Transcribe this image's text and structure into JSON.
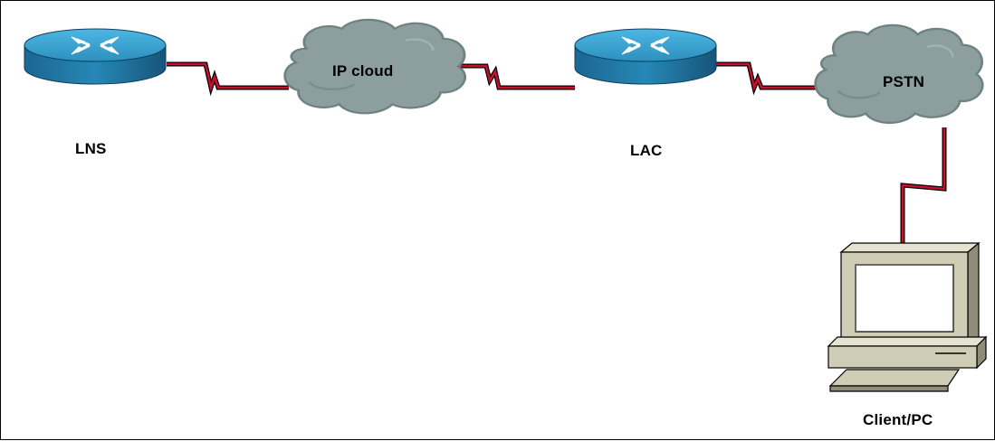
{
  "nodes": {
    "lns": {
      "label": "LNS",
      "type": "router"
    },
    "ip_cloud": {
      "label": "IP cloud",
      "type": "cloud"
    },
    "lac": {
      "label": "LAC",
      "type": "router"
    },
    "pstn": {
      "label": "PSTN",
      "type": "cloud"
    },
    "client": {
      "label": "Client/PC",
      "type": "pc"
    }
  },
  "links": [
    {
      "from": "LNS",
      "to": "IP cloud",
      "style": "serial"
    },
    {
      "from": "IP cloud",
      "to": "LAC",
      "style": "serial"
    },
    {
      "from": "LAC",
      "to": "PSTN",
      "style": "serial"
    },
    {
      "from": "PSTN",
      "to": "Client/PC",
      "style": "serial"
    }
  ],
  "colors": {
    "router_top": "#3aa0cc",
    "router_side": "#1f6e99",
    "cloud_fill": "#8c9e9e",
    "cloud_shade": "#6f8282",
    "link_red": "#c8102e",
    "pc_body": "#cfcdb6",
    "pc_shadow": "#8f8d78",
    "pc_screen": "#ffffff"
  }
}
